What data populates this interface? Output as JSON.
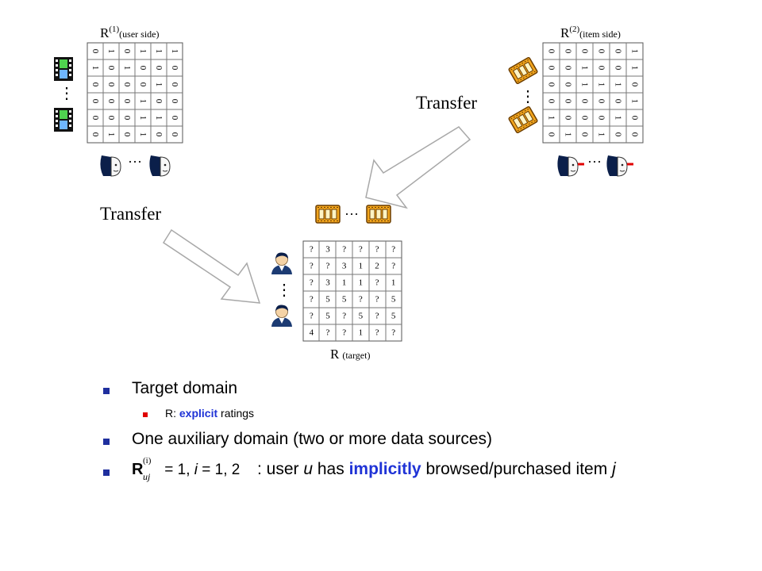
{
  "diagram": {
    "transfer_label": "Transfer",
    "ellipsis": "···",
    "vertical_ellipsis": "⋮",
    "user_side": {
      "label_prefix": "R",
      "superscript": "(1)",
      "suffix": "(user side)",
      "matrix": [
        [
          "0",
          "1",
          "0",
          "1",
          "1",
          "1"
        ],
        [
          "1",
          "0",
          "1",
          "0",
          "0",
          "0"
        ],
        [
          "0",
          "0",
          "0",
          "0",
          "1",
          "0"
        ],
        [
          "0",
          "0",
          "0",
          "1",
          "0",
          "0"
        ],
        [
          "0",
          "0",
          "0",
          "1",
          "1",
          "0"
        ],
        [
          "0",
          "1",
          "0",
          "1",
          "0",
          "0"
        ]
      ]
    },
    "item_side": {
      "label_prefix": "R",
      "superscript": "(2)",
      "suffix": "(item side)",
      "matrix": [
        [
          "0",
          "0",
          "0",
          "0",
          "0",
          "1"
        ],
        [
          "0",
          "0",
          "1",
          "0",
          "0",
          "1"
        ],
        [
          "0",
          "0",
          "1",
          "1",
          "1",
          "0"
        ],
        [
          "0",
          "0",
          "0",
          "0",
          "0",
          "1"
        ],
        [
          "1",
          "0",
          "0",
          "0",
          "1",
          "0"
        ],
        [
          "0",
          "1",
          "0",
          "1",
          "0",
          "0"
        ]
      ]
    },
    "target": {
      "label_prefix": "R",
      "suffix": "(target)",
      "matrix": [
        [
          "?",
          "3",
          "?",
          "?",
          "?",
          "?"
        ],
        [
          "?",
          "?",
          "3",
          "1",
          "2",
          "?"
        ],
        [
          "?",
          "3",
          "1",
          "1",
          "?",
          "1"
        ],
        [
          "?",
          "5",
          "5",
          "?",
          "?",
          "5"
        ],
        [
          "?",
          "5",
          "?",
          "5",
          "?",
          "5"
        ],
        [
          "4",
          "?",
          "?",
          "1",
          "?",
          "?"
        ]
      ]
    }
  },
  "bullets": {
    "b1": "Target domain",
    "b1_sub_prefix": "R: ",
    "b1_sub_highlight": "explicit",
    "b1_sub_suffix": " ratings",
    "b2": "One auxiliary domain (two or more data sources)",
    "b3_formula_sym": "R",
    "b3_formula_sup": "(i)",
    "b3_formula_sub": "uj",
    "b3_formula_rest1": " = 1, ",
    "b3_formula_i": "i",
    "b3_formula_rest2": " = 1, 2",
    "b3_text_a": ": user ",
    "b3_u": "u",
    "b3_text_b": " has ",
    "b3_highlight": "implicitly",
    "b3_text_c": " browsed/purchased item ",
    "b3_j": "j"
  },
  "colors": {
    "bullet_main": "#1f2f9e",
    "bullet_sub": "#e00000",
    "highlight": "#1f33d6",
    "arrow_stroke": "#a8a8a8"
  },
  "icons": [
    "film-strip-icon",
    "film-reel-icon",
    "user-icon",
    "user-with-red-mark-icon",
    "transfer-arrow-icon"
  ]
}
